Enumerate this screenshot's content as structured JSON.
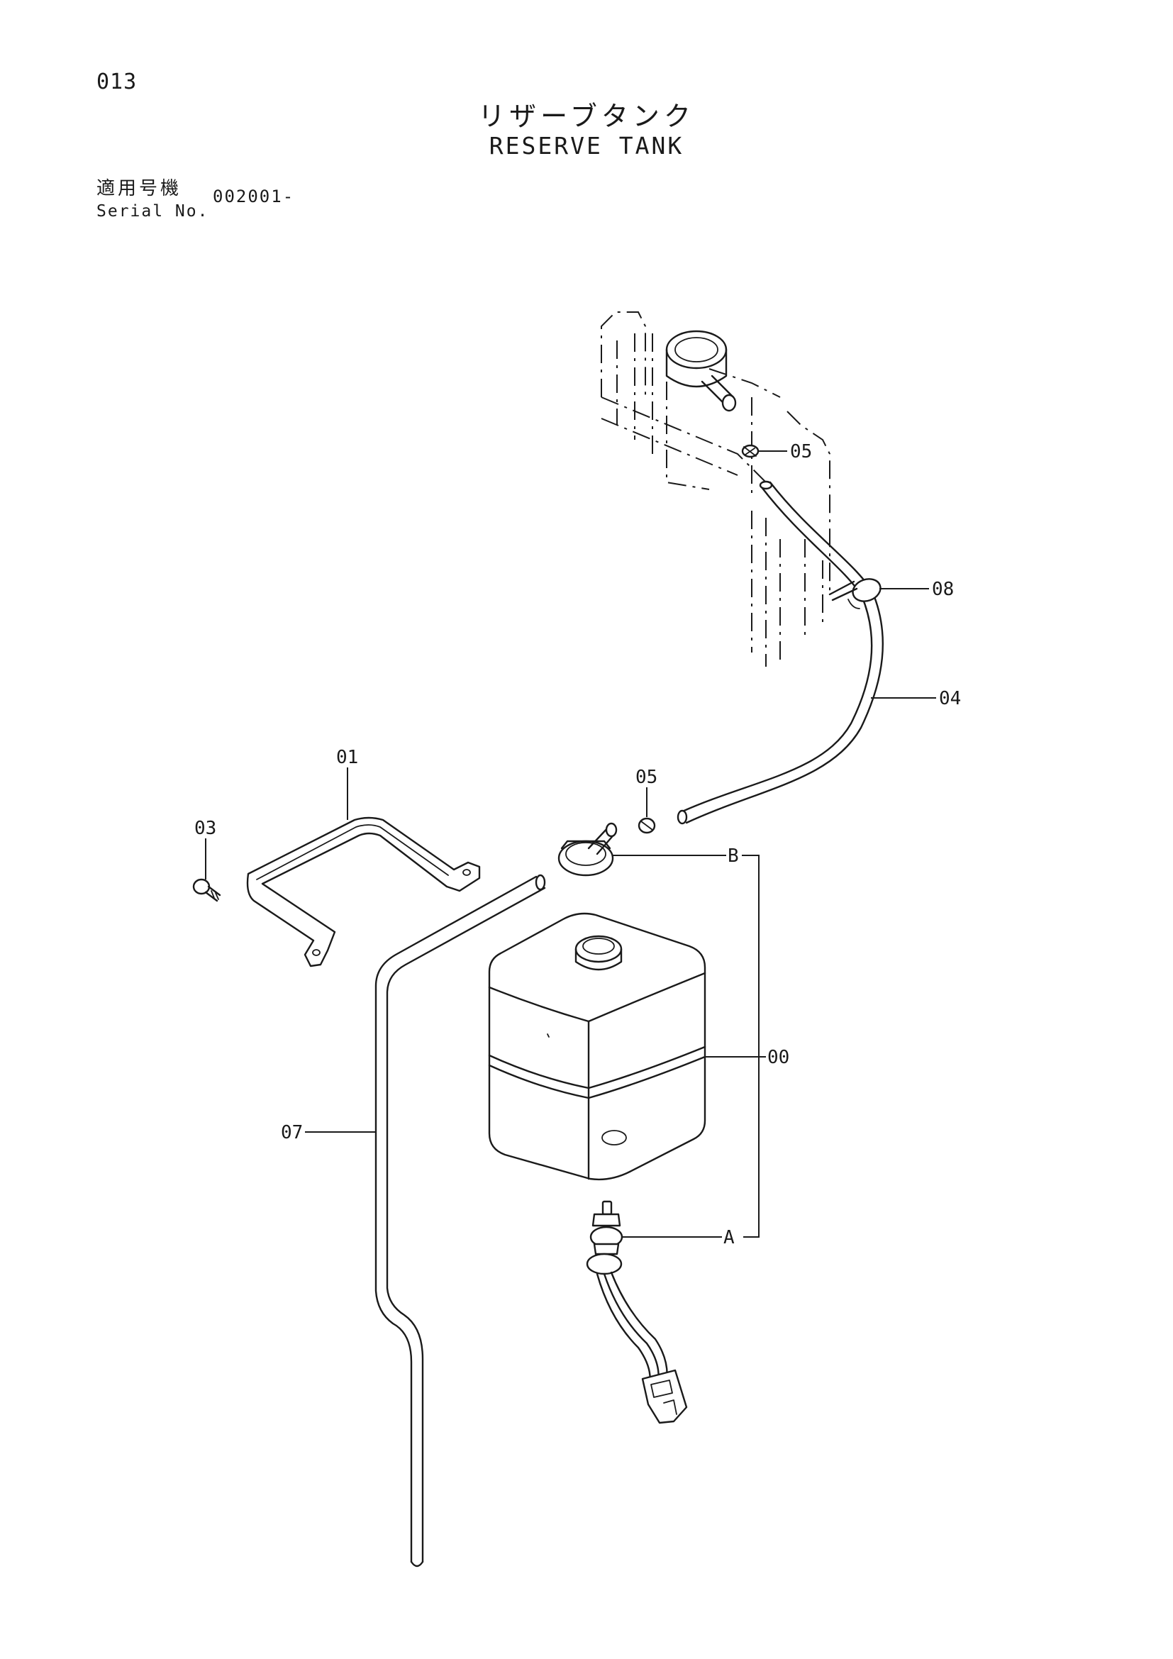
{
  "header": {
    "page_number": "013",
    "title_jp": "リザーブタンク",
    "title_en": "RESERVE TANK",
    "serial_label_jp": "適用号機",
    "serial_label_en": "Serial No.",
    "serial_value": "002001-"
  },
  "parts": {
    "p00": "00",
    "p01": "01",
    "p03": "03",
    "p04": "04",
    "p05_top": "05",
    "p05_mid": "05",
    "p07": "07",
    "p08": "08",
    "sub_a": "A",
    "sub_b": "B"
  },
  "icons": {
    "radiator": "radiator-top-icon",
    "tank": "reserve-tank-icon",
    "cap": "tank-cap-icon",
    "sensor": "level-sensor-icon",
    "bracket": "bracket-icon",
    "bolt": "bolt-icon",
    "hose": "hose-icon",
    "clip": "clip-icon",
    "band": "band-icon"
  }
}
